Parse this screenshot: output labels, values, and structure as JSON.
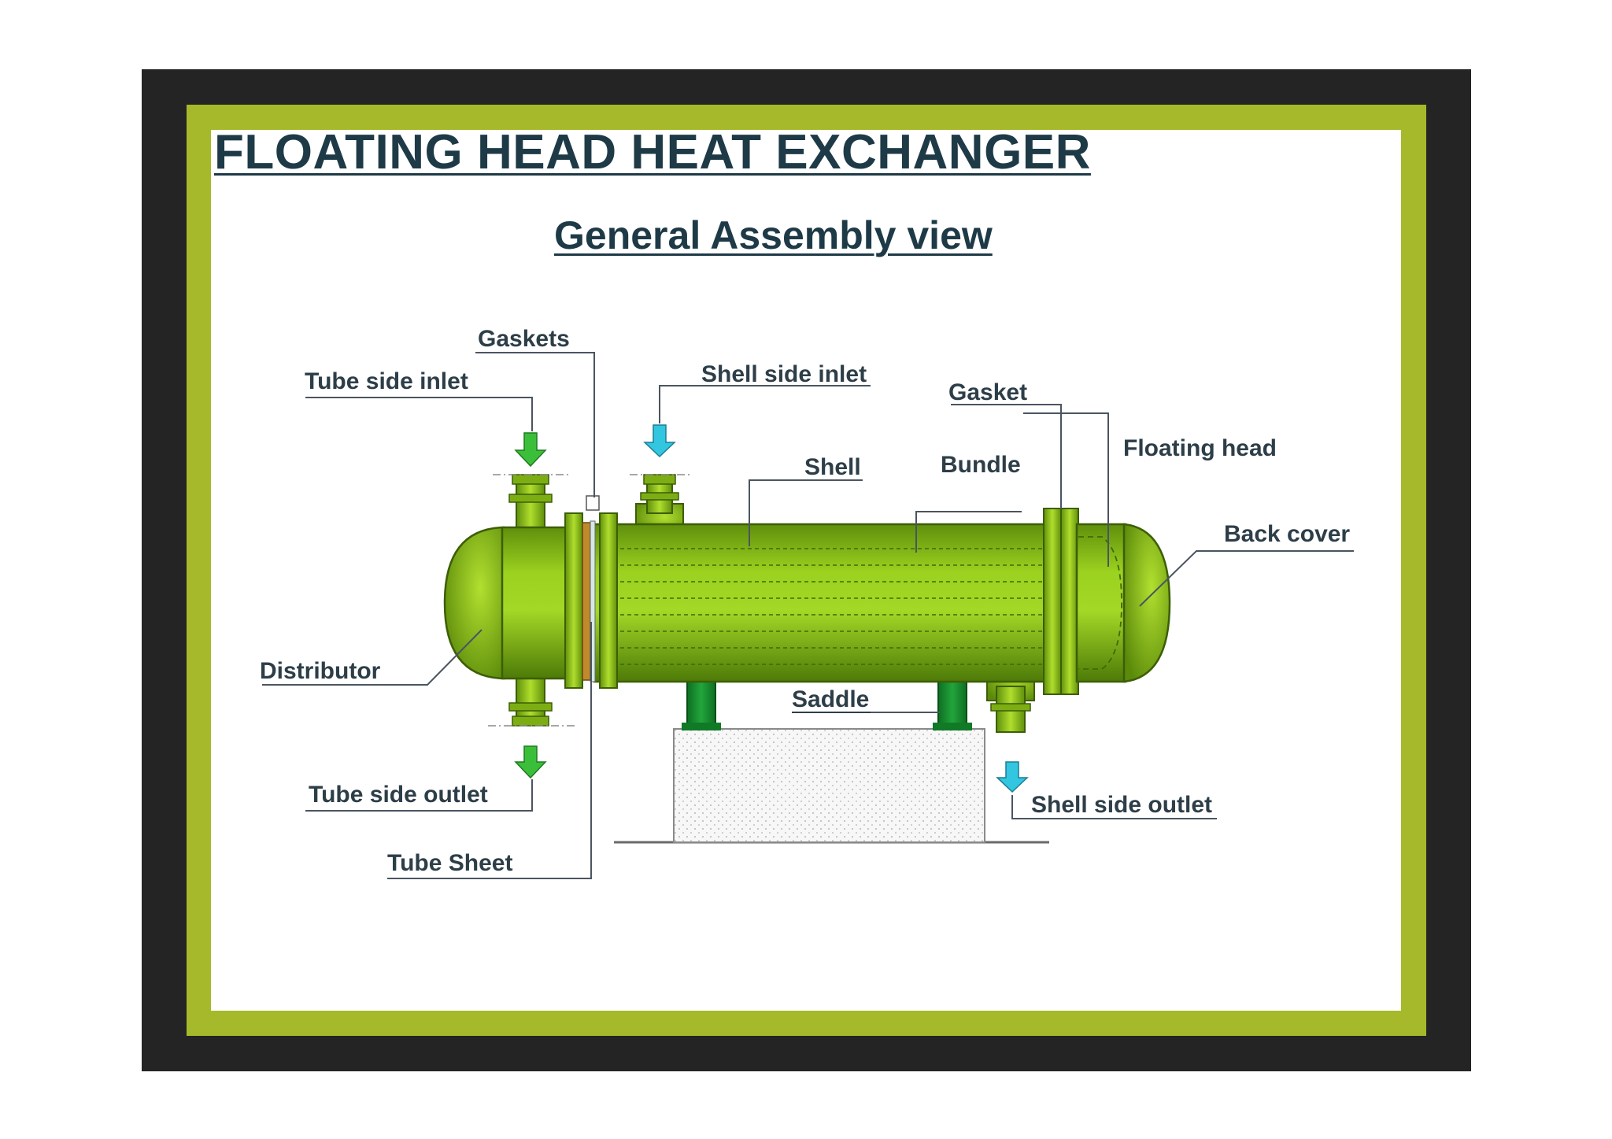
{
  "title": "FLOATING HEAD HEAT EXCHANGER",
  "subtitle": "General Assembly view",
  "labels": {
    "gaskets": "Gaskets",
    "tube_side_inlet": "Tube side inlet",
    "shell_side_inlet": "Shell side inlet",
    "gasket": "Gasket",
    "floating_head": "Floating head",
    "shell": "Shell",
    "bundle": "Bundle",
    "back_cover": "Back cover",
    "distributor": "Distributor",
    "saddle": "Saddle",
    "tube_side_outlet": "Tube side outlet",
    "shell_side_outlet": "Shell side outlet",
    "tube_sheet": "Tube Sheet"
  },
  "colors": {
    "vessel": "#8fc419",
    "vessel_dark": "#4f7a0a",
    "saddle": "#138a2e",
    "tube_arrow": "#3bbf3b",
    "shell_arrow": "#33c6e0",
    "frame_green": "#a6b92a",
    "frame_dark": "#242424",
    "text": "#1e3a47"
  }
}
